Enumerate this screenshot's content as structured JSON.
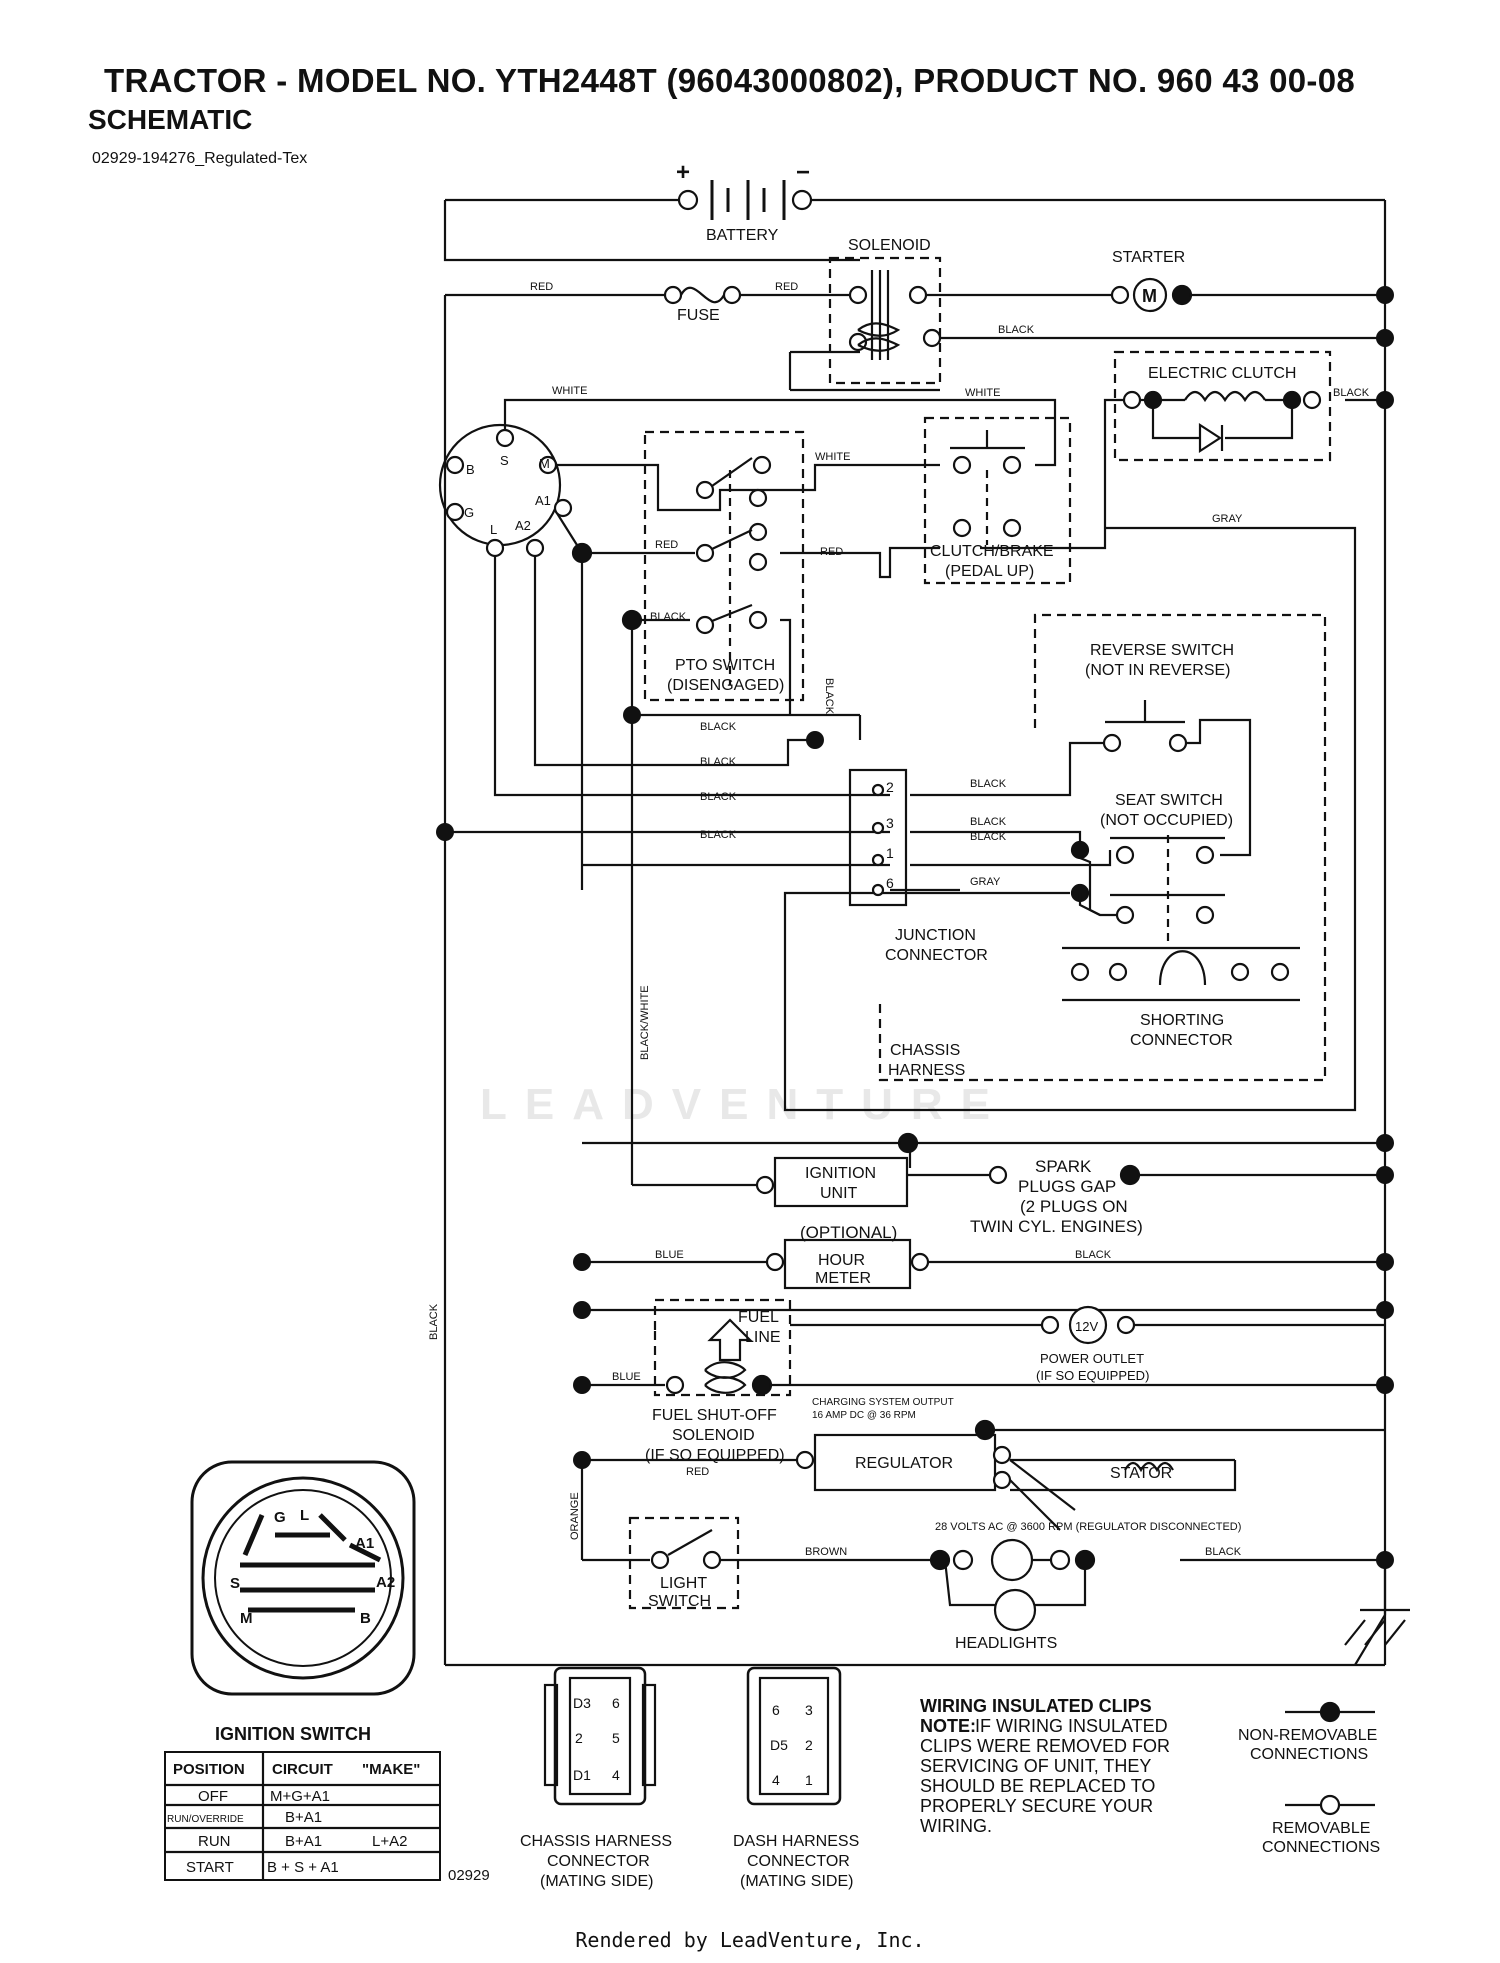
{
  "header": {
    "title": "TRACTOR - MODEL NO. YTH2448T (96043000802), PRODUCT NO. 960 43 00-08",
    "subtitle": "SCHEMATIC",
    "drawing_code": "02929-194276_Regulated-Tex"
  },
  "components": {
    "battery": "BATTERY",
    "battery_plus": "+",
    "battery_minus": "−",
    "solenoid": "SOLENOID",
    "starter": "STARTER",
    "starter_symbol": "M",
    "fuse": "FUSE",
    "electric_clutch": "ELECTRIC CLUTCH",
    "pto_switch": [
      "PTO SWITCH",
      "(DISENGAGED)"
    ],
    "clutch_brake": [
      "CLUTCH/BRAKE",
      "(PEDAL UP)"
    ],
    "reverse_switch": [
      "REVERSE SWITCH",
      "(NOT IN REVERSE)"
    ],
    "seat_switch": [
      "SEAT SWITCH",
      "(NOT OCCUPIED)"
    ],
    "junction_connector": [
      "JUNCTION",
      "CONNECTOR"
    ],
    "shorting_connector": [
      "SHORTING",
      "CONNECTOR"
    ],
    "chassis_harness": [
      "CHASSIS",
      "HARNESS"
    ],
    "ignition_unit": [
      "IGNITION",
      "UNIT"
    ],
    "spark_plugs": [
      "SPARK",
      "PLUGS GAP",
      "(2 PLUGS ON",
      "TWIN CYL. ENGINES)"
    ],
    "optional": "(OPTIONAL)",
    "hour_meter": [
      "HOUR",
      "METER"
    ],
    "fuel_line": [
      "FUEL",
      "LINE"
    ],
    "power_outlet": [
      "POWER OUTLET",
      "(IF SO EQUIPPED)"
    ],
    "power_outlet_symbol": "12V",
    "fuel_shutoff": [
      "FUEL SHUT-OFF",
      "SOLENOID",
      "(IF SO EQUIPPED)"
    ],
    "charging_output": [
      "CHARGING SYSTEM OUTPUT",
      "16 AMP DC @ 36 RPM"
    ],
    "regulator": "REGULATOR",
    "stator": "STATOR",
    "stator_note": "28 VOLTS AC @ 3600 RPM (REGULATOR DISCONNECTED)",
    "light_switch": [
      "LIGHT",
      "SWITCH"
    ],
    "headlights": "HEADLIGHTS",
    "junction_pins": [
      "2",
      "3",
      "1",
      "6"
    ]
  },
  "wires": {
    "red": "RED",
    "black": "BLACK",
    "white": "WHITE",
    "gray": "GRAY",
    "blue": "BLUE",
    "brown": "BROWN",
    "orange": "ORANGE",
    "black_white": "BLACK/WHITE"
  },
  "ignition_switch": {
    "title": "IGNITION SWITCH",
    "terminals": [
      "G",
      "L",
      "A1",
      "A2",
      "S",
      "M",
      "B"
    ],
    "switch_terminals": [
      "S",
      "M",
      "B",
      "A1",
      "G",
      "L",
      "A2"
    ],
    "table": {
      "headers": [
        "POSITION",
        "CIRCUIT",
        "\"MAKE\""
      ],
      "rows": [
        {
          "position": "OFF",
          "circuit": "M+G+A1",
          "circuit2": ""
        },
        {
          "position": "RUN/OVERRIDE",
          "circuit": "B+A1",
          "circuit2": ""
        },
        {
          "position": "RUN",
          "circuit": "B+A1",
          "circuit2": "L+A2"
        },
        {
          "position": "START",
          "circuit": "B + S + A1",
          "circuit2": ""
        }
      ]
    }
  },
  "connectors": {
    "chassis": [
      "CHASSIS HARNESS",
      "CONNECTOR",
      "(MATING SIDE)"
    ],
    "dash": [
      "DASH HARNESS",
      "CONNECTOR",
      "(MATING SIDE)"
    ],
    "chassis_pins": [
      "D3",
      "6",
      "2",
      "5",
      "D1",
      "4"
    ],
    "dash_pins": [
      "6",
      "3",
      "D5",
      "2",
      "4",
      "1"
    ]
  },
  "notes": {
    "clips_title": "WIRING INSULATED CLIPS",
    "clips_note_label": "NOTE:",
    "clips_note_lines": [
      " IF WIRING INSULATED",
      "CLIPS WERE REMOVED FOR",
      "SERVICING OF UNIT, THEY",
      "SHOULD BE REPLACED TO",
      "PROPERLY SECURE YOUR",
      " WIRING."
    ],
    "non_removable": [
      "NON-REMOVABLE",
      "CONNECTIONS"
    ],
    "removable": [
      "REMOVABLE",
      "CONNECTIONS"
    ],
    "part_code": "02929"
  },
  "watermark": "LEADVENTURE",
  "footer": "Rendered by LeadVenture, Inc."
}
